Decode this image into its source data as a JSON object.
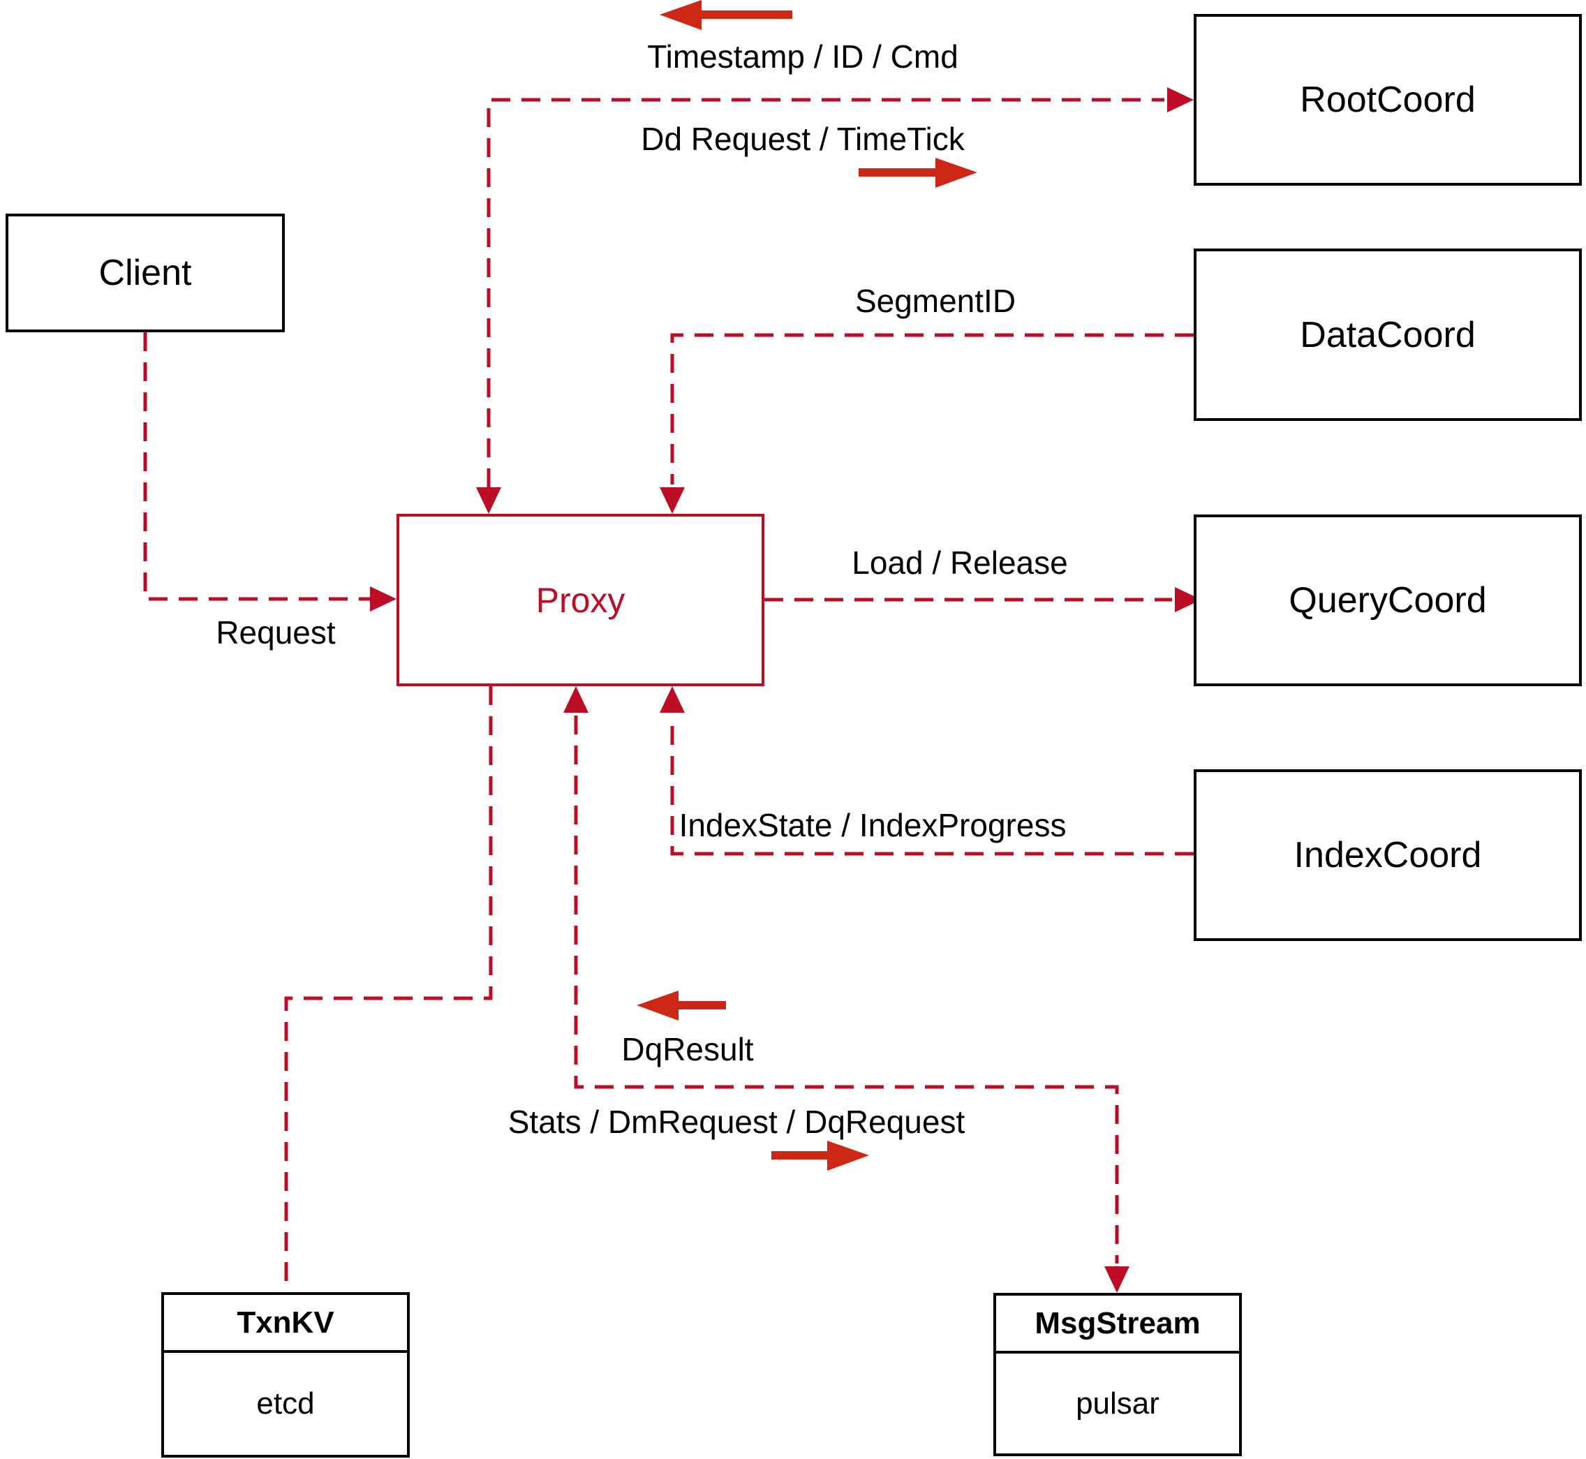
{
  "diagram": {
    "background": "#ffffff",
    "colors": {
      "dashed_line": "#bb0e26",
      "solid_arrow": "#cc2815",
      "box_border": "#000000",
      "proxy_accent": "#bb0e26",
      "text": "#000000"
    },
    "nodes": {
      "client": {
        "label": "Client"
      },
      "proxy": {
        "label": "Proxy"
      },
      "root_coord": {
        "label": "RootCoord"
      },
      "data_coord": {
        "label": "DataCoord"
      },
      "query_coord": {
        "label": "QueryCoord"
      },
      "index_coord": {
        "label": "IndexCoord"
      },
      "txn_kv": {
        "title": "TxnKV",
        "subtitle": "etcd"
      },
      "msg_stream": {
        "title": "MsgStream",
        "subtitle": "pulsar"
      }
    },
    "edges": {
      "client_to_proxy": {
        "label": "Request"
      },
      "proxy_root_down": {
        "label": "Timestamp / ID / Cmd"
      },
      "proxy_root_up": {
        "label": "Dd Request / TimeTick"
      },
      "data_to_proxy": {
        "label": "SegmentID"
      },
      "proxy_to_query": {
        "label": "Load / Release"
      },
      "index_to_proxy": {
        "label": "IndexState / IndexProgress"
      },
      "msg_to_proxy": {
        "label": "DqResult"
      },
      "proxy_to_msg": {
        "label": "Stats / DmRequest / DqRequest"
      }
    }
  }
}
